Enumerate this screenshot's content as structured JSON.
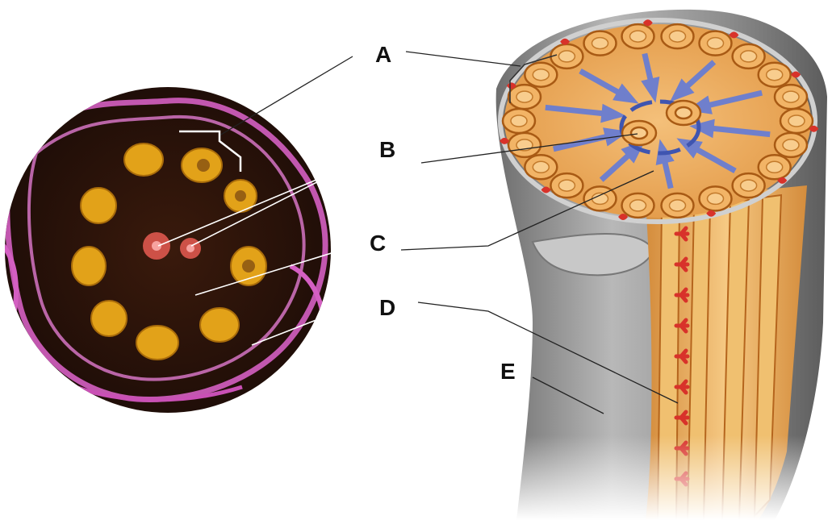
{
  "labels": {
    "a": "A",
    "b": "B",
    "c": "C",
    "d": "D",
    "e": "E"
  },
  "colors": {
    "micrograph_background": "#1c0c07",
    "micrograph_membrane": "#d45fc2",
    "micrograph_doublet": "#e2a219",
    "micrograph_central_pair": "#e85c52",
    "illustration_sheath": "#9a9a9a",
    "illustration_tubule": "#f0b85c",
    "illustration_tubule_outline": "#b5651d",
    "illustration_arm": "#d8322a",
    "illustration_spoke": "#6f7fcc",
    "leader_line": "#222222"
  }
}
